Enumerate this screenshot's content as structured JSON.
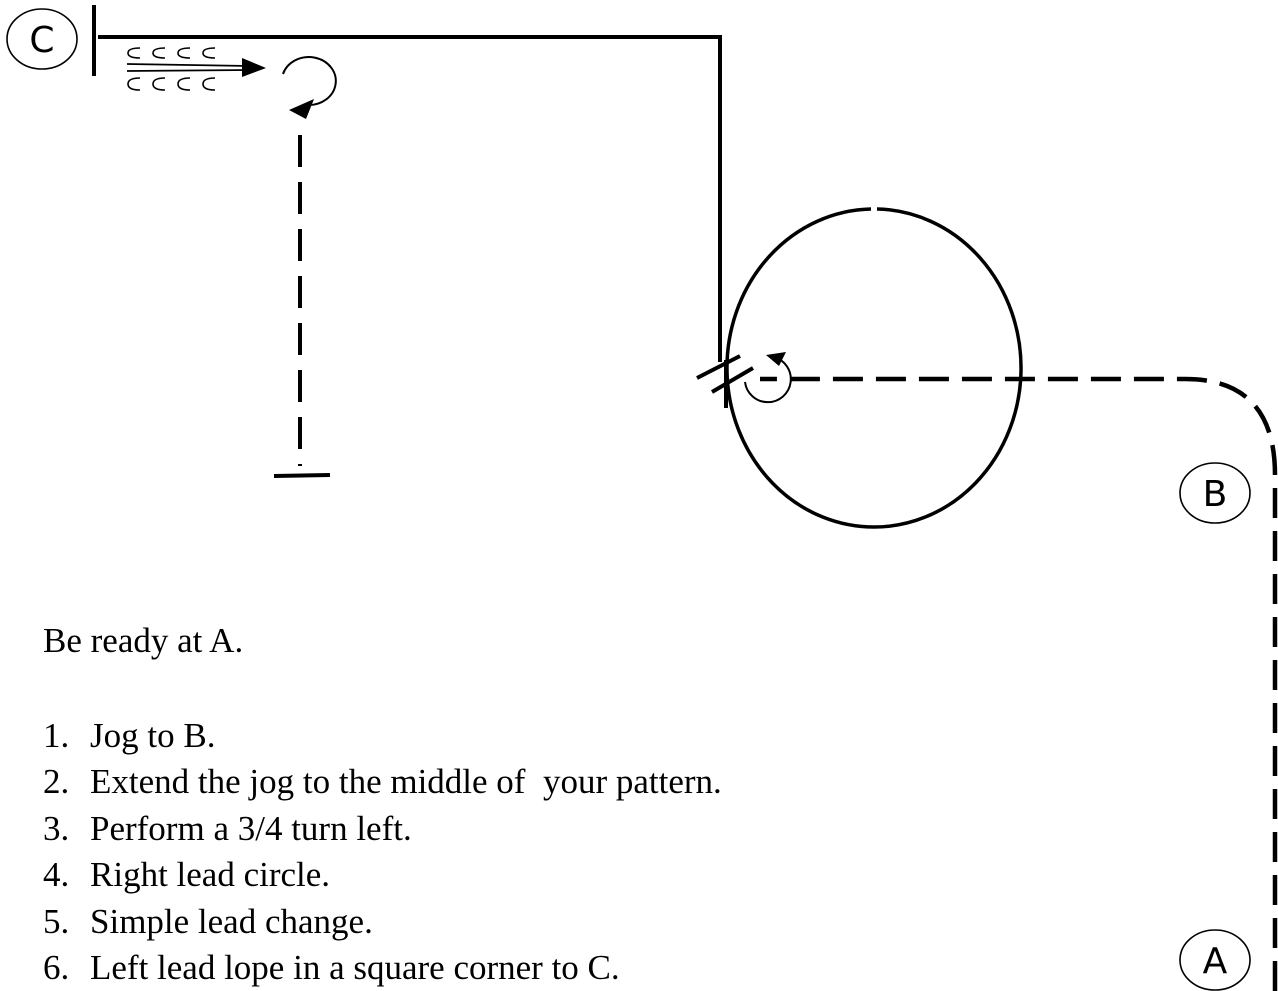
{
  "markers": {
    "a": "A",
    "b": "B",
    "c": "C"
  },
  "instructions": {
    "intro": "Be ready at A.",
    "steps": [
      {
        "num": "1.",
        "text": "Jog to B."
      },
      {
        "num": "2.",
        "text": "Extend the jog to the middle of  your pattern."
      },
      {
        "num": "3.",
        "text": "Perform a 3/4 turn left."
      },
      {
        "num": "4.",
        "text": "Right lead circle."
      },
      {
        "num": "5.",
        "text": "Simple lead change."
      },
      {
        "num": "6.",
        "text": "Left lead lope in a square corner to C."
      }
    ]
  },
  "colors": {
    "line": "#000000",
    "background": "#ffffff"
  }
}
